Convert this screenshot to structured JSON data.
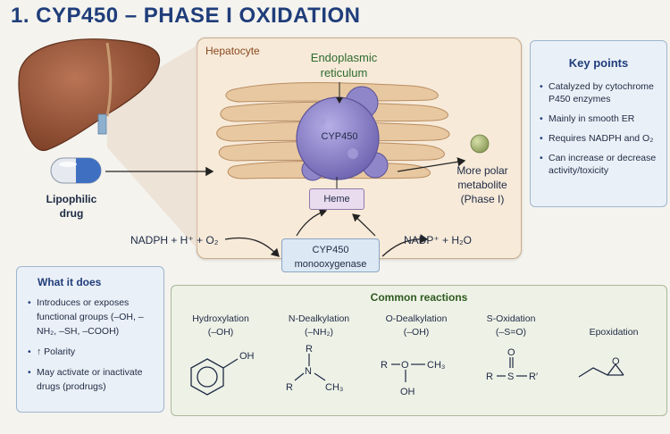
{
  "title": "1. CYP450 – PHASE I OXIDATION",
  "diagram": {
    "hepatocyte_label": "Hepatocyte",
    "er_label_line1": "Endoplasmic",
    "er_label_line2": "reticulum",
    "cyp_label": "CYP450",
    "heme_label": "Heme",
    "monooxygenase_line1": "CYP450",
    "monooxygenase_line2": "monooxygenase",
    "nadph_text": "NADPH + H⁺ + O₂",
    "nadp_text": "NADP⁺ + H₂O",
    "drug_line1": "Lipophilic",
    "drug_line2": "drug",
    "metabolite_line1": "More polar",
    "metabolite_line2": "metabolite",
    "metabolite_line3": "(Phase I)"
  },
  "key_points": {
    "title": "Key points",
    "items": [
      "Catalyzed by cytochrome P450 enzymes",
      "Mainly in smooth ER",
      "Requires NADPH and O₂",
      "Can increase or decrease activity/toxicity"
    ]
  },
  "what_it_does": {
    "title": "What it does",
    "items": [
      "Introduces or exposes functional groups (–OH, –NH₂, –SH, –COOH)",
      "↑ Polarity",
      "May activate or inactivate drugs (prodrugs)"
    ]
  },
  "reactions": {
    "title": "Common reactions",
    "items": [
      {
        "name": "Hydroxylation",
        "group": "(–OH)"
      },
      {
        "name": "N-Dealkylation",
        "group": "(–NH₂)"
      },
      {
        "name": "O-Dealkylation",
        "group": "(–OH)"
      },
      {
        "name": "S-Oxidation",
        "group": "(–S=O)"
      },
      {
        "name": "Epoxidation",
        "group": ""
      }
    ],
    "struct_labels": {
      "oh": "OH",
      "r": "R",
      "n": "N",
      "ch3": "CH₃",
      "o": "O",
      "s": "S",
      "r_prime": "R′"
    }
  },
  "colors": {
    "title": "#1f3d7a",
    "hepatocyte_bg": "#f7ead9",
    "er_text": "#2d6b2d",
    "liver": "#9a5a3c",
    "cyp_enzyme": "#8f86c9",
    "capsule_blue": "#3f6fc0",
    "metabolite_ball": "#a9b87a"
  }
}
